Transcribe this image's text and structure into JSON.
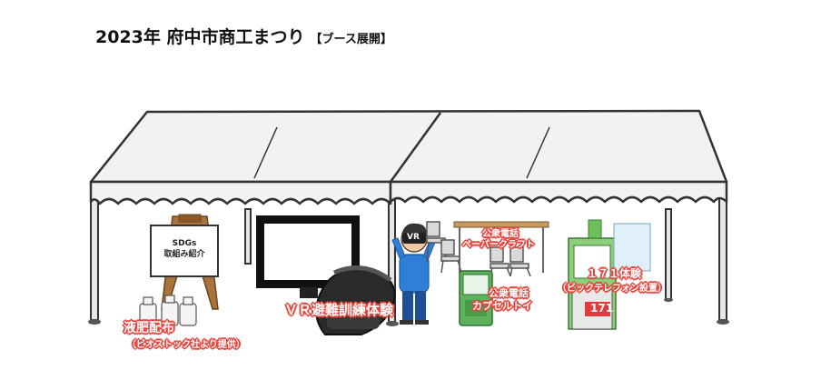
{
  "title": {
    "main": "2023年 府中市商工まつり",
    "sub": "【ブース展開】"
  },
  "sign": {
    "line1": "SDGs",
    "line2": "取組み紹介"
  },
  "booths": {
    "liquid": {
      "name": "液肥配布",
      "note": "（ビオストック社より提供）"
    },
    "vr": {
      "name": "ＶＲ避難訓練体験"
    },
    "papercraft": {
      "line1": "公衆電話",
      "line2": "ペーパークラフト"
    },
    "capsule": {
      "line1": "公衆電話",
      "line2": "カプセルトイ"
    },
    "dial171": {
      "name": "１７１体験",
      "note": "（ビックテレフォン設置）"
    }
  },
  "device": {
    "screen_text": "171"
  },
  "headset": {
    "visor_text": "VR"
  },
  "colors": {
    "tent_fill": "#f2f2f2",
    "outline": "#333333",
    "label_outline": "#e8453c",
    "shirt": "#2f7fd8",
    "capsule_green": "#5db35d",
    "phone_green": "#8ccf7a"
  }
}
